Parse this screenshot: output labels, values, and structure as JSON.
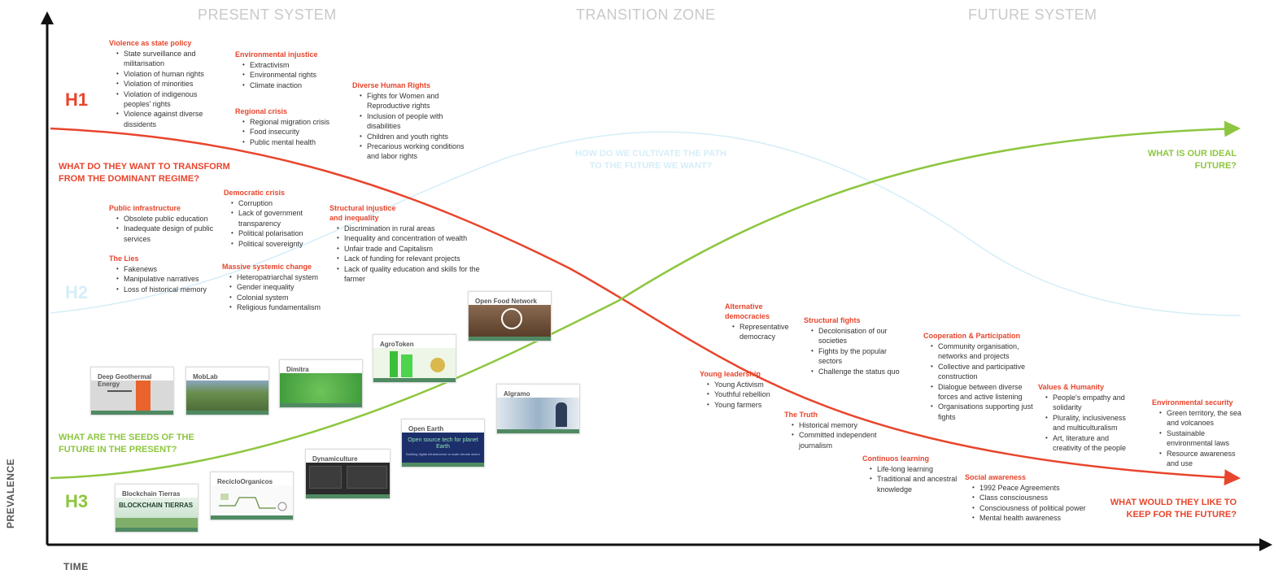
{
  "zones": [
    "PRESENT SYSTEM",
    "TRANSITION ZONE",
    "FUTURE SYSTEM"
  ],
  "horizons": {
    "h1": "H1",
    "h2": "H2",
    "h3": "H3"
  },
  "axes": {
    "y": "PREVALENCE",
    "x": "TIME"
  },
  "colors": {
    "h1": "#e8452c",
    "h2": "#d5eef8",
    "h3": "#8dc63f",
    "bar": "#4f8a62"
  },
  "questions": {
    "transform": "WHAT DO THEY WANT TO TRANSFORM FROM THE DOMINANT REGIME?",
    "seeds": "WHAT ARE THE SEEDS OF THE FUTURE IN THE PRESENT?",
    "cultivate": "HOW DO WE CULTIVATE THE PATH TO THE FUTURE WE WANT?",
    "ideal": "WHAT IS OUR IDEAL FUTURE?",
    "keep": "WHAT WOULD THEY LIKE TO KEEP FOR THE FUTURE?"
  },
  "groups": {
    "violence": {
      "title": "Violence as state policy",
      "items": [
        "State surveillance and militarisation",
        "Violation of human rights",
        "Violation of minorities",
        "Violation of indigenous peoples' rights",
        "Violence against diverse dissidents"
      ]
    },
    "environmental": {
      "title": "Environmental injustice",
      "items": [
        "Extractivism",
        "Environmental rights",
        "Climate inaction"
      ]
    },
    "regional": {
      "title": "Regional crisis",
      "items": [
        "Regional migration crisis",
        "Food insecurity",
        "Public mental health"
      ]
    },
    "diverse": {
      "title": "Diverse Human Rights",
      "items": [
        "Fights for Women and Reproductive rights",
        "Inclusion of people with disabilities",
        "Children and youth rights",
        "Precarious working conditions and labor rights"
      ]
    },
    "public": {
      "title": "Public infrastructure",
      "items": [
        "Obsolete public education",
        "Inadequate design of public services"
      ]
    },
    "lies": {
      "title": "The Lies",
      "items": [
        "Fakenews",
        "Manipulative narratives",
        "Loss of historical memory"
      ]
    },
    "democratic": {
      "title": "Democratic crisis",
      "items": [
        "Corruption",
        "Lack of government transparency",
        "Political polarisation",
        "Political sovereignty"
      ]
    },
    "massive": {
      "title": "Massive systemic change",
      "items": [
        "Heteropatriarchal system",
        "Gender inequality",
        "Colonial system",
        "Religious fundamentalism"
      ]
    },
    "structural_inj": {
      "title": "Structural injustice and inequality",
      "items": [
        "Discrimination in rural areas",
        "Inequality and concentration of wealth",
        "Unfair trade and Capitalism",
        "Lack of funding for relevant projects",
        "Lack of quality education and skills for the farmer"
      ]
    },
    "altdem": {
      "title": "Alternative democracies",
      "items": [
        "Representative democracy"
      ]
    },
    "structfights": {
      "title": "Structural fights",
      "items": [
        "Decolonisation of our societies",
        "Fights by the popular sectors",
        "Challenge the status quo"
      ]
    },
    "young": {
      "title": "Young leadership",
      "items": [
        "Young Activism",
        "Youthful rebellion",
        "Young farmers"
      ]
    },
    "truth": {
      "title": "The Truth",
      "items": [
        "Historical memory",
        "Committed independent journalism"
      ]
    },
    "coop": {
      "title": "Cooperation & Participation",
      "items": [
        "Community organisation, networks and projects",
        "Collective and participative construction",
        "Dialogue between diverse forces and active listening",
        "Organisations supporting just fights"
      ]
    },
    "values": {
      "title": "Values & Humanity",
      "items": [
        "People's empathy and solidarity",
        "Plurality, inclusiveness and multiculturalism",
        "Art, literature and creativity of the people"
      ]
    },
    "envsec": {
      "title": "Environmental security",
      "items": [
        "Green territory, the sea and volcanoes",
        "Sustainable environmental laws",
        "Resource awareness and use"
      ]
    },
    "continuous": {
      "title": "Continuos learning",
      "items": [
        "Life-long learning",
        "Traditional and ancestral knowledge"
      ]
    },
    "social": {
      "title": "Social awareness",
      "items": [
        "1992 Peace Agreements",
        "Class consciousness",
        "Consciousness of political power",
        "Mental health awareness"
      ]
    }
  },
  "cards": {
    "blockchain": {
      "title": "Blockchain Tierras",
      "img_text": "BLOCKCHAIN TIERRAS"
    },
    "reciclo": {
      "title": "RecicloOrganicos"
    },
    "dynami": {
      "title": "Dynamiculture"
    },
    "openearth": {
      "title": "Open Earth",
      "img_text": "Open source tech for planet Earth",
      "img_sub": "Building digital infrastructure to scale climate action"
    },
    "algramo": {
      "title": "Algramo"
    },
    "geo": {
      "title": "Deep Geothermal Energy"
    },
    "moblab": {
      "title": "MobLab"
    },
    "dimitra": {
      "title": "Dimitra"
    },
    "agrotoken": {
      "title": "AgroToken"
    },
    "openfood": {
      "title": "Open Food Network"
    }
  }
}
